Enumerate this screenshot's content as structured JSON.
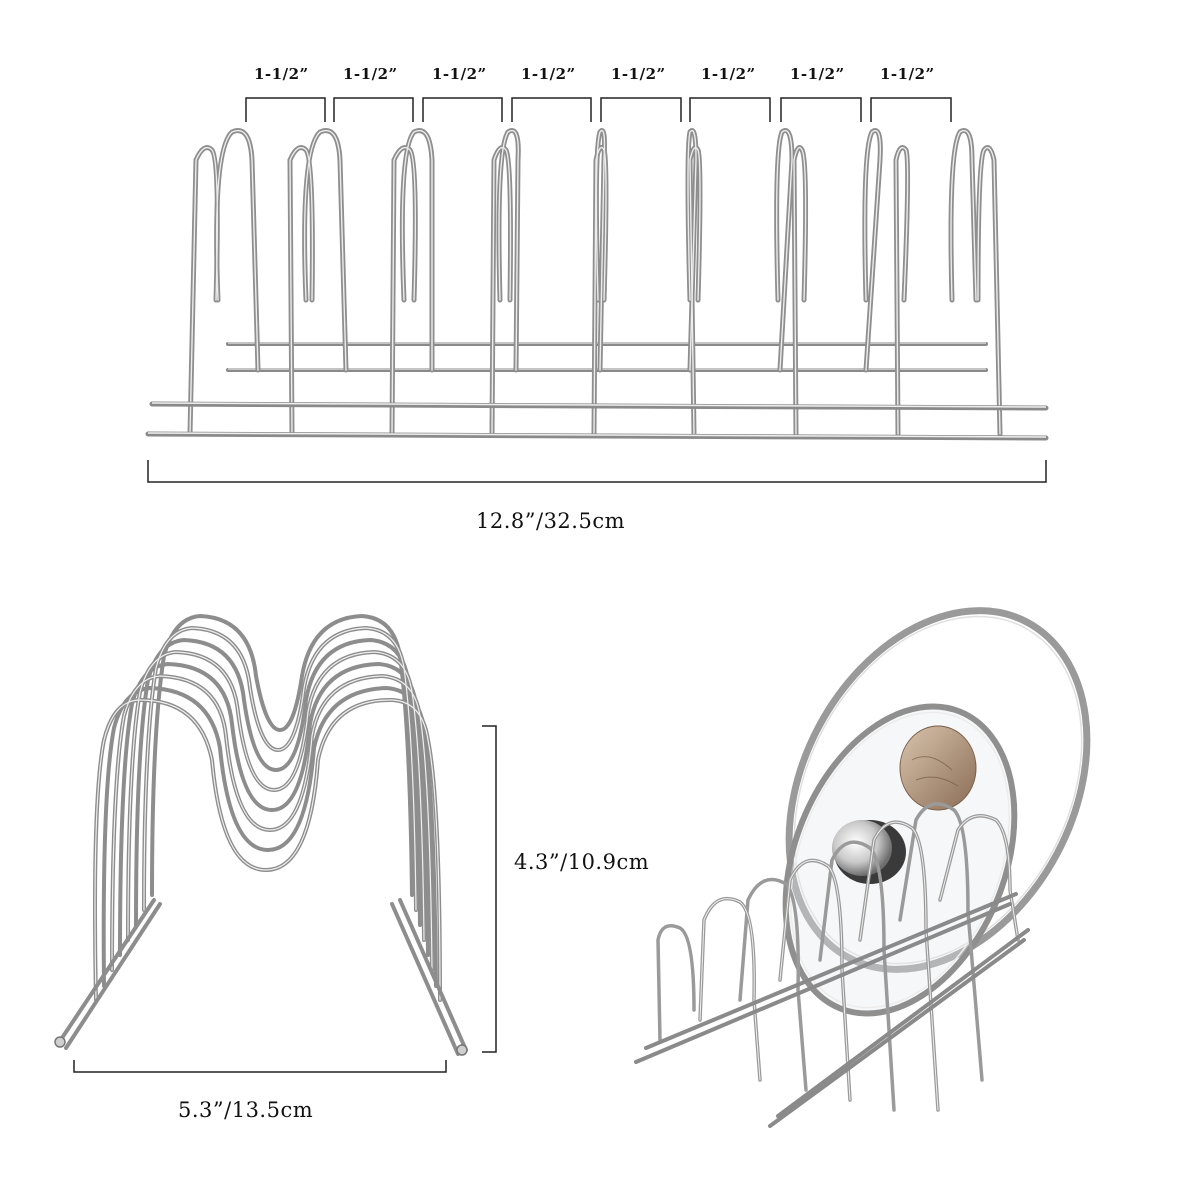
{
  "spacing_labels": [
    "1-1/2”",
    "1-1/2”",
    "1-1/2”",
    "1-1/2”",
    "1-1/2”",
    "1-1/2”",
    "1-1/2”",
    "1-1/2”"
  ],
  "dimensions": {
    "length": "12.8”/32.5cm",
    "height": "4.3”/10.9cm",
    "width": "5.3”/13.5cm"
  }
}
